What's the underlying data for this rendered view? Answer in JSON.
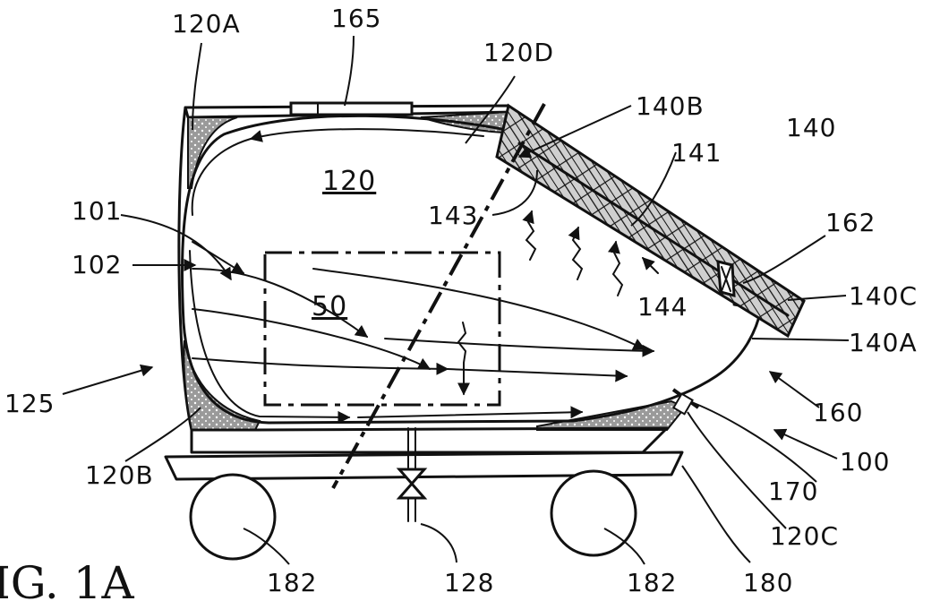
{
  "figure": {
    "caption": "IG. 1A",
    "labels": {
      "l120A": "120A",
      "l165": "165",
      "l120D": "120D",
      "l140B": "140B",
      "l140": "140",
      "l141": "141",
      "l120": "120",
      "l143": "143",
      "l101": "101",
      "l102": "102",
      "l162": "162",
      "l140C": "140C",
      "l50": "50",
      "l144": "144",
      "l140A": "140A",
      "l125": "125",
      "l160": "160",
      "l100": "100",
      "l120B": "120B",
      "l170": "170",
      "l120C": "120C",
      "l182a": "182",
      "l128": "128",
      "l182b": "182",
      "l180": "180"
    }
  }
}
